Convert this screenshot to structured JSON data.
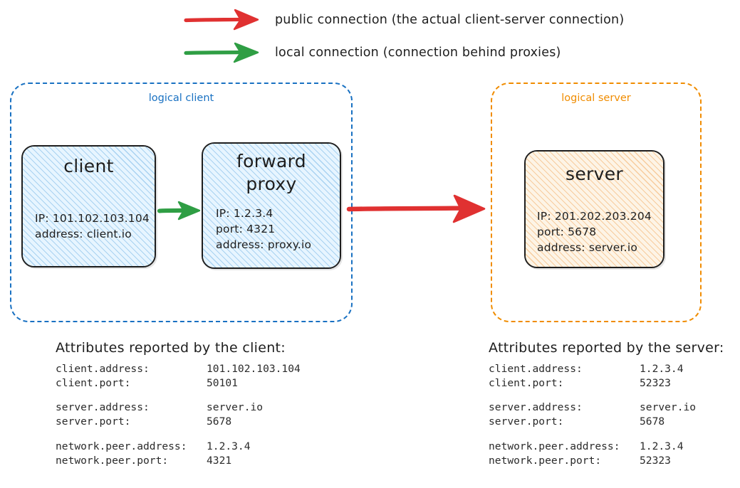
{
  "legend": {
    "items": [
      {
        "id": "public",
        "icon": "red-right-arrow-icon",
        "color": "#e03131",
        "label": "public connection (the actual client-server connection)"
      },
      {
        "id": "local",
        "icon": "green-right-arrow-icon",
        "color": "#2f9e44",
        "label": "local connection (connection behind proxies)"
      }
    ]
  },
  "logical_client": {
    "title": "logical client",
    "border_color": "#1971c2",
    "nodes": {
      "client": {
        "title": "client",
        "lines": [
          "IP: 101.102.103.104",
          "address: client.io"
        ]
      },
      "proxy": {
        "title": "forward\nproxy",
        "title_line1": "forward",
        "title_line2": "proxy",
        "lines": [
          "IP: 1.2.3.4",
          "port: 4321",
          "address: proxy.io"
        ]
      }
    }
  },
  "logical_server": {
    "title": "logical server",
    "border_color": "#f08c00",
    "nodes": {
      "server": {
        "title": "server",
        "lines": [
          "IP: 201.202.203.204",
          "port: 5678",
          "address: server.io"
        ]
      }
    }
  },
  "connections": {
    "client_to_proxy": {
      "type": "local",
      "color": "#2f9e44",
      "icon": "green-right-arrow-icon"
    },
    "proxy_to_server": {
      "type": "public",
      "color": "#e03131",
      "icon": "red-right-arrow-icon"
    }
  },
  "client_attributes": {
    "heading": "Attributes reported by the client:",
    "groups": [
      {
        "rows": [
          {
            "key": "client.address:",
            "value": "101.102.103.104"
          },
          {
            "key": "client.port:",
            "value": "50101"
          }
        ]
      },
      {
        "rows": [
          {
            "key": "server.address:",
            "value": "server.io"
          },
          {
            "key": "server.port:",
            "value": "5678"
          }
        ]
      },
      {
        "rows": [
          {
            "key": "network.peer.address:",
            "value": "1.2.3.4"
          },
          {
            "key": "network.peer.port:",
            "value": "4321"
          }
        ]
      }
    ]
  },
  "server_attributes": {
    "heading": "Attributes reported by the server:",
    "groups": [
      {
        "rows": [
          {
            "key": "client.address:",
            "value": "1.2.3.4"
          },
          {
            "key": "client.port:",
            "value": "52323"
          }
        ]
      },
      {
        "rows": [
          {
            "key": "server.address:",
            "value": "server.io"
          },
          {
            "key": "server.port:",
            "value": "5678"
          }
        ]
      },
      {
        "rows": [
          {
            "key": "network.peer.address:",
            "value": "1.2.3.4"
          },
          {
            "key": "network.peer.port:",
            "value": "52323"
          }
        ]
      }
    ]
  }
}
